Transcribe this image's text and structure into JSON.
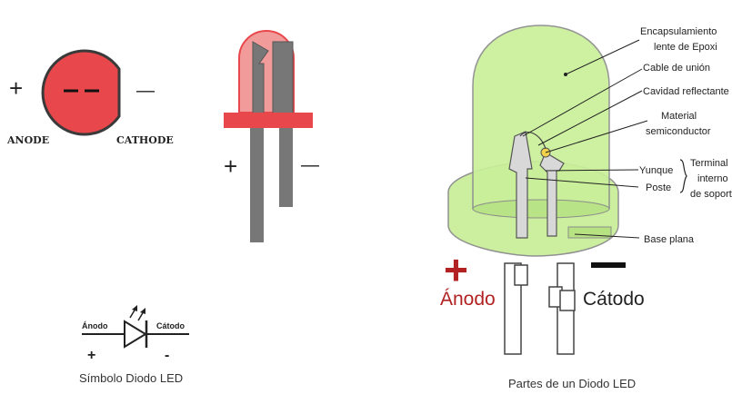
{
  "led_top_view": {
    "plus": "+",
    "minus": "—",
    "anode_label": "ANODE",
    "cathode_label": "CATHODE",
    "color": "#e8484b"
  },
  "led_side_view": {
    "plus": "+",
    "minus": "—",
    "color": "#e8484b"
  },
  "symbol": {
    "anodo_label": "Ánodo",
    "catodo_label": "Cátodo",
    "plus": "+",
    "minus": "-",
    "caption": "Símbolo Diodo LED"
  },
  "parts": {
    "labels": {
      "encapsulamiento": "Encapsulamiento",
      "lente": "lente de Epoxi",
      "cable": "Cable de unión",
      "cavidad": "Cavidad reflectante",
      "material": "Material",
      "semiconductor": "semiconductor",
      "yunque": "Yunque",
      "poste": "Poste",
      "terminal": "Terminal",
      "interno": "interno",
      "soporte": "de soporte",
      "base": "Base plana"
    },
    "plus": "+",
    "minus": "—",
    "anodo": "Ánodo",
    "catodo": "Cátodo",
    "caption": "Partes de un Diodo LED",
    "green": "#c9ef9a",
    "anodo_color": "#b22222"
  }
}
